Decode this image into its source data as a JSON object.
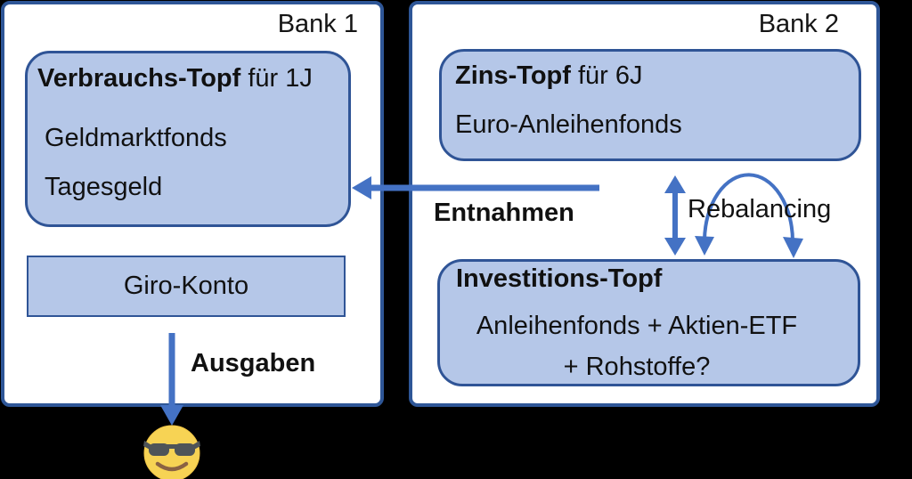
{
  "colors": {
    "background": "#000000",
    "box_fill": "#FFFFFF",
    "box_border": "#2E5697",
    "pot_fill": "#B5C7E8",
    "pot_border": "#2F5496",
    "arrow": "#4472C4",
    "text": "#111111"
  },
  "bank1": {
    "label": "Bank 1",
    "verbrauchs_topf": {
      "title_bold": "Verbrauchs-Topf",
      "title_rest": " für 1J",
      "items": [
        "Geldmarktfonds",
        "Tagesgeld"
      ]
    },
    "giro_konto": {
      "label": "Giro-Konto"
    },
    "ausgaben_label": "Ausgaben"
  },
  "bank2": {
    "label": "Bank 2",
    "zins_topf": {
      "title_bold": "Zins-Topf",
      "title_rest": " für 6J",
      "items": [
        "Euro-Anleihenfonds"
      ]
    },
    "investitions_topf": {
      "title_bold": "Investitions-Topf",
      "line1": "Anleihenfonds + Aktien-ETF",
      "line2": "+ Rohstoffe?"
    },
    "rebalancing_label": "Rebalancing"
  },
  "entnahmen_label": "Entnahmen",
  "emoji": "smiling-face-with-sunglasses"
}
